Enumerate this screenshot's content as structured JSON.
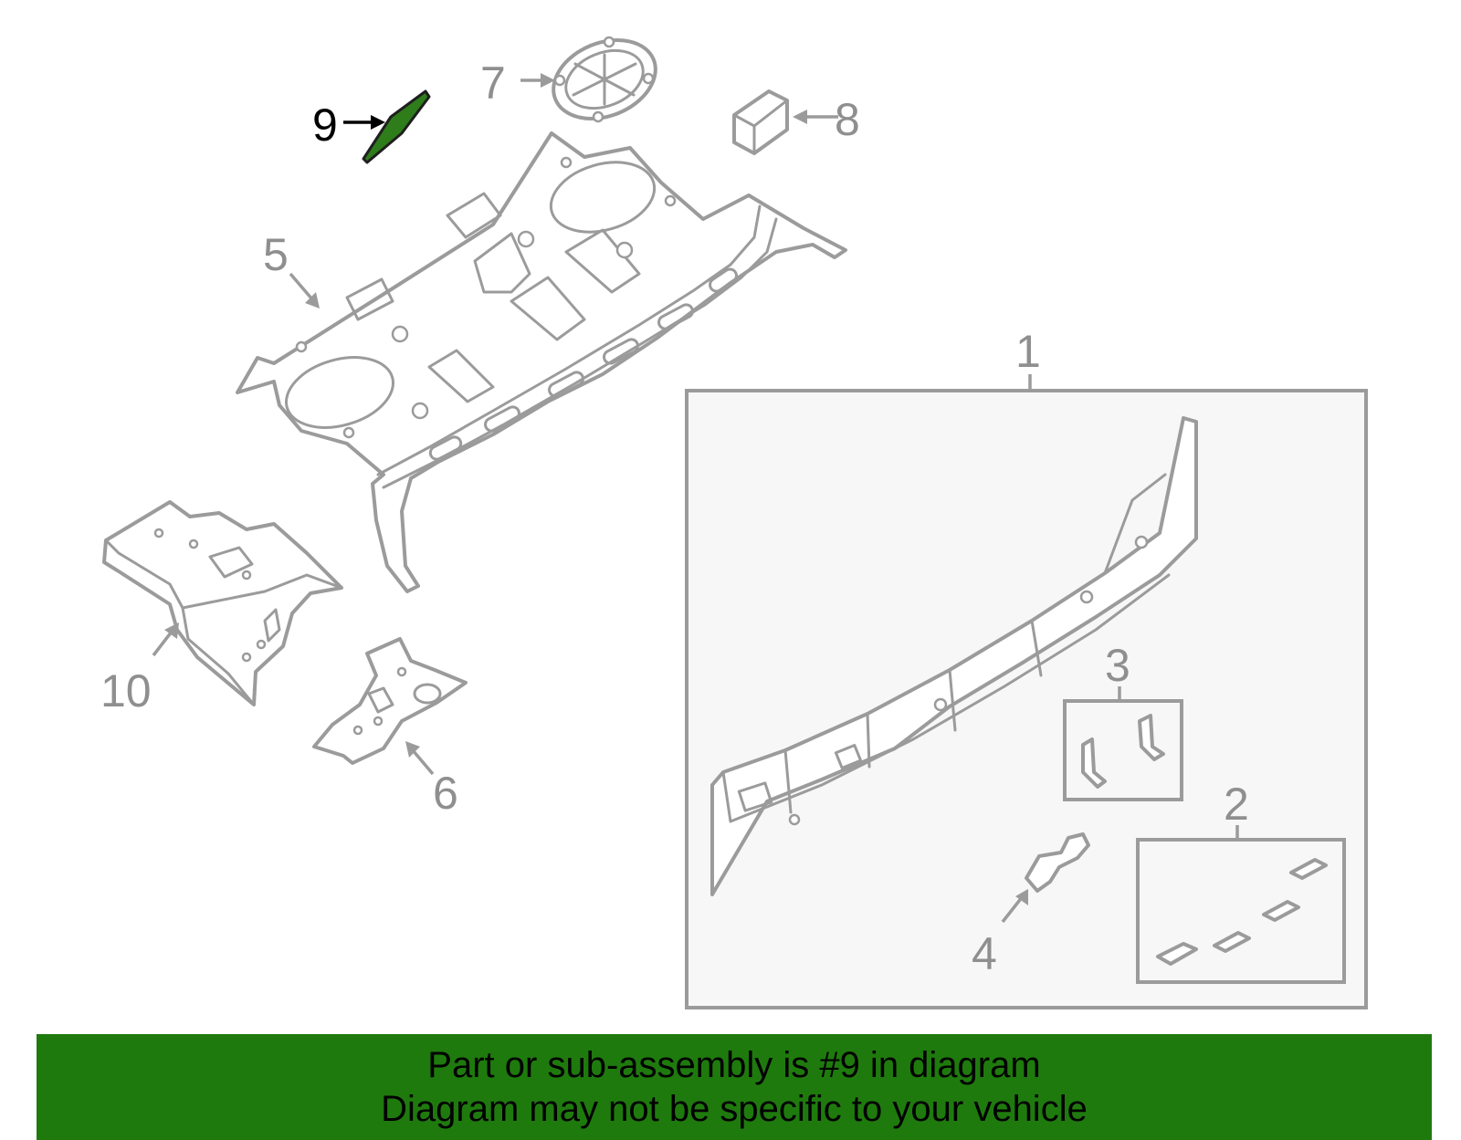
{
  "callouts": {
    "c1": "1",
    "c2": "2",
    "c3": "3",
    "c4": "4",
    "c5": "5",
    "c6": "6",
    "c7": "7",
    "c8": "8",
    "c9": "9",
    "c10": "10"
  },
  "highlighted_part": "9",
  "colors": {
    "highlight": "#2e7d1a",
    "banner_background": "#1f7a0e",
    "part_line": "#9b9b9b",
    "box_fill": "#f7f7f7"
  },
  "banner": {
    "line1": "Part or sub-assembly is #9 in diagram",
    "line2": "Diagram may not be specific to your vehicle"
  }
}
